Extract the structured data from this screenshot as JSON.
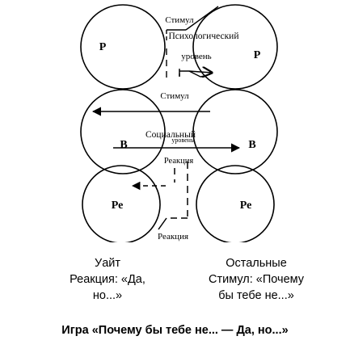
{
  "diagram": {
    "left": {
      "top": "Р",
      "middle": "В",
      "bottom": "Ре"
    },
    "right": {
      "top": "Р",
      "middle": "В",
      "bottom": "Ре"
    },
    "labels": {
      "stimulus_top": "Стимул",
      "psych_level_1": "Психологический",
      "psych_level_2": "уровень",
      "stimulus_mid": "Стимул",
      "social_level_1": "Социальный",
      "social_level_2": "уровень",
      "reaction_mid": "Реакция",
      "reaction_bottom": "Реакция"
    }
  },
  "captions": {
    "left": [
      "Уайт",
      "Реакция: «Да,",
      "но...»"
    ],
    "right": [
      "Остальные",
      "Стимул: «Почему",
      "бы тебе не...»"
    ]
  },
  "title": "Игра «Почему бы тебе не... — Да, но...»"
}
